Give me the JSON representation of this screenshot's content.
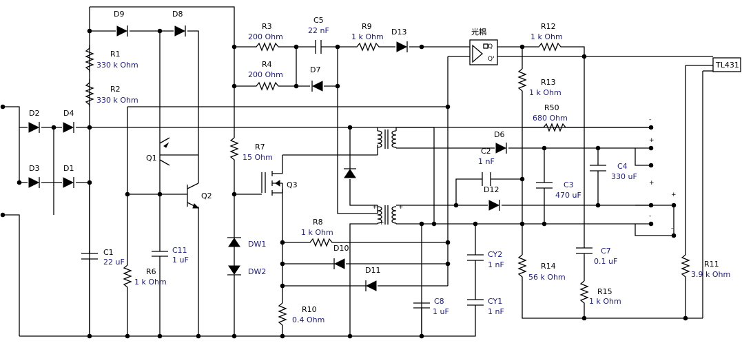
{
  "labels": {
    "D9": "D9",
    "D8": "D8",
    "R1": "R1",
    "R1v": "330 k Ohm",
    "R2": "R2",
    "R2v": "330 k Ohm",
    "D2": "D2",
    "D4": "D4",
    "D3": "D3",
    "D1": "D1",
    "Q1": "Q1",
    "Q2": "Q2",
    "C1": "C1",
    "C1v": "22 uF",
    "R6": "R6",
    "R6v": "1 k Ohm",
    "C11": "C11",
    "C11v": "1 uF",
    "R3": "R3",
    "R3v": "200 Ohm",
    "R4": "R4",
    "R4v": "200 Ohm",
    "C5": "C5",
    "C5v": "22 nF",
    "D7": "D7",
    "R9": "R9",
    "R9v": "1 k Ohm",
    "D13": "D13",
    "R7": "R7",
    "R7v": "15 Ohm",
    "Q3": "Q3",
    "DW1": "DW1",
    "DW2": "DW2",
    "R8": "R8",
    "R8v": "1 k Ohm",
    "D10": "D10",
    "D11": "D11",
    "R10": "R10",
    "R10v": "0.4 Ohm",
    "CY2": "CY2",
    "CY2v": "1 nF",
    "CY1": "CY1",
    "CY1v": "1 nF",
    "C8": "C8",
    "C8v": "1 uF",
    "OPTO": "光耦",
    "R12": "R12",
    "R12v": "1 k Ohm",
    "R13": "R13",
    "R13v": "1 k Ohm",
    "R50": "R50",
    "R50v": "680 Ohm",
    "D6": "D6",
    "C2": "C2",
    "C2v": "1 nF",
    "D12": "D12",
    "C3": "C3",
    "C3v": "470 uF",
    "C4": "C4",
    "C4v": "330 uF",
    "R14": "R14",
    "R14v": "56 k Ohm",
    "C7": "C7",
    "C7v": "0.1 uF",
    "R15": "R15",
    "R15v": "1 k Ohm",
    "R11": "R11",
    "R11v": "3.9 k Ohm",
    "TL431": "TL431"
  },
  "terminal_marks": {
    "t1_minus": "-",
    "t1_plus": "+",
    "t2_plus": "+",
    "t2_plus_b": "+",
    "t3_minus": "-",
    "t3_minus_b": "-"
  }
}
